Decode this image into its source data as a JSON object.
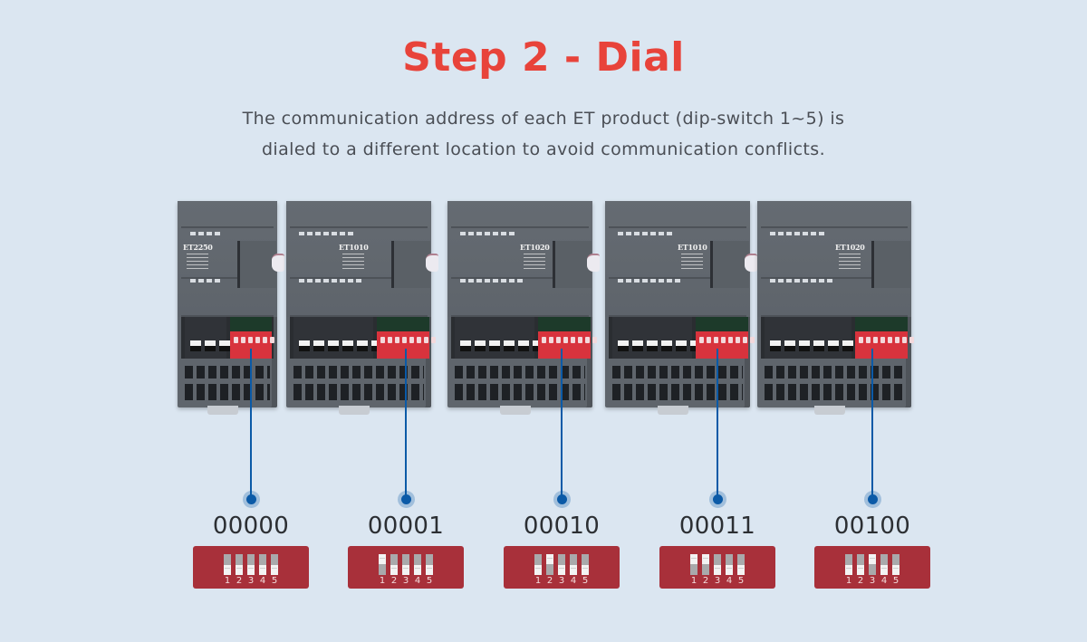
{
  "header": {
    "title": "Step 2 - Dial",
    "subtitle_line1": "The communication address of each ET product (dip-switch 1~5) is",
    "subtitle_line2": "dialed to a different location to avoid communication conflicts."
  },
  "colors": {
    "background": "#dbe6f1",
    "title": "#e8433a",
    "connector": "#0b5aa7",
    "dip_box": "#a8303a"
  },
  "devices": [
    {
      "model": "ET2250"
    },
    {
      "model": "ET1010"
    },
    {
      "model": "ET1020"
    },
    {
      "model": "ET1010"
    },
    {
      "model": "ET1020"
    }
  ],
  "addresses": [
    {
      "code": "00000",
      "switch_labels": [
        "1",
        "2",
        "3",
        "4",
        "5"
      ],
      "switches_on": [
        false,
        false,
        false,
        false,
        false
      ]
    },
    {
      "code": "00001",
      "switch_labels": [
        "1",
        "2",
        "3",
        "4",
        "5"
      ],
      "switches_on": [
        true,
        false,
        false,
        false,
        false
      ]
    },
    {
      "code": "00010",
      "switch_labels": [
        "1",
        "2",
        "3",
        "4",
        "5"
      ],
      "switches_on": [
        false,
        true,
        false,
        false,
        false
      ]
    },
    {
      "code": "00011",
      "switch_labels": [
        "1",
        "2",
        "3",
        "4",
        "5"
      ],
      "switches_on": [
        true,
        true,
        false,
        false,
        false
      ]
    },
    {
      "code": "00100",
      "switch_labels": [
        "1",
        "2",
        "3",
        "4",
        "5"
      ],
      "switches_on": [
        false,
        false,
        true,
        false,
        false
      ]
    }
  ]
}
